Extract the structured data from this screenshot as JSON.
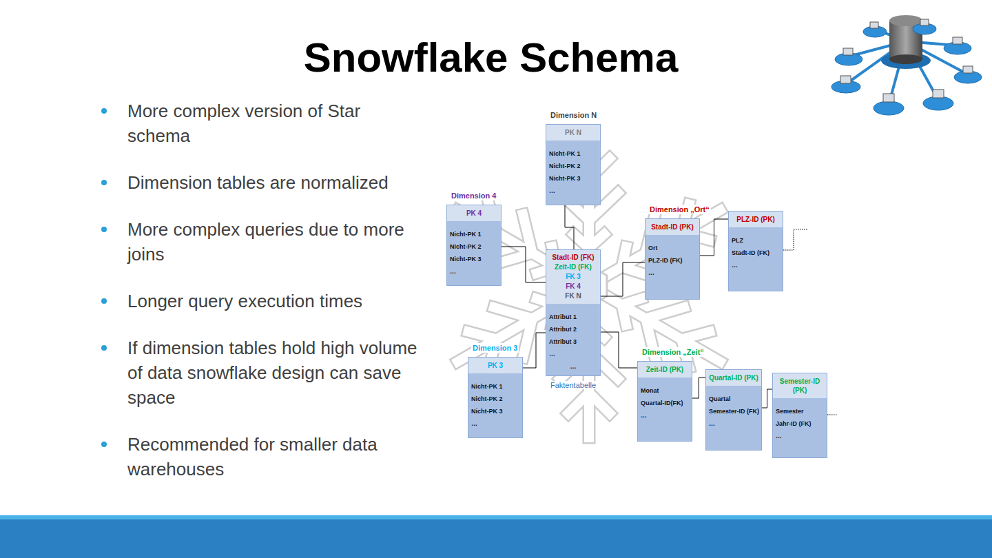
{
  "diagram": {
    "title": "Snowflake Schema",
    "nodes": [
      {
        "text": [
          "Dimension N",
          "PK N",
          "Nicht-PK 1",
          "Nicht-PK 2",
          "Nicht-PK 3",
          "…"
        ]
      },
      {
        "text": [
          "Dimension 4",
          "PK 4",
          "Nicht-PK 1",
          "Nicht-PK 2",
          "Nicht-PK 3",
          "…"
        ]
      },
      {
        "text": [
          "Stadt-ID (FK)",
          "Zeit-ID (FK)",
          "FK 3",
          "FK 4",
          "FK N",
          "Attribut 1",
          "Attribut 2",
          "Attribut 3",
          "…",
          "…",
          "Faktentabelle"
        ]
      },
      {
        "text": [
          "Dimension „Ort“",
          "Stadt-ID (PK)",
          "Ort",
          "PLZ-ID (FK)",
          "…"
        ]
      },
      {
        "text": [
          "PLZ-ID (PK)",
          "PLZ",
          "Stadt-ID (FK)",
          "…"
        ]
      },
      {
        "text": [
          "Dimension 3",
          "PK 3",
          "Nicht-PK 1",
          "Nicht-PK 2",
          "Nicht-PK 3",
          "…"
        ]
      },
      {
        "text": [
          "Dimension „Zeit“",
          "Zeit-ID (PK)",
          "Monat",
          "Quartal-ID(FK)",
          "…"
        ]
      },
      {
        "text": [
          "Quartal-ID (PK)",
          "Quartal",
          "Semester-ID (FK)",
          "…"
        ]
      },
      {
        "text": [
          "Semester-ID (PK)",
          "Semester",
          "Jahr-ID (FK)",
          "…"
        ]
      }
    ],
    "edges": [
      {
        "from": 0,
        "to": 2,
        "arrow": "none"
      },
      {
        "from": 1,
        "to": 2,
        "arrow": "none"
      },
      {
        "from": 2,
        "to": 3,
        "arrow": "none"
      },
      {
        "from": 3,
        "to": 4,
        "arrow": "none"
      },
      {
        "from": 2,
        "to": 5,
        "arrow": "none"
      },
      {
        "from": 2,
        "to": 6,
        "arrow": "none"
      },
      {
        "from": 6,
        "to": 7,
        "arrow": "none"
      },
      {
        "from": 7,
        "to": 8,
        "arrow": "none"
      }
    ],
    "labels": [
      "More complex version of Star schema",
      "Dimension tables are normalized",
      "More complex queries due to more joins",
      "Longer query execution times",
      "If dimension tables hold high volume of data snowflake design can save space",
      "Recommended for smaller data warehouses"
    ]
  }
}
